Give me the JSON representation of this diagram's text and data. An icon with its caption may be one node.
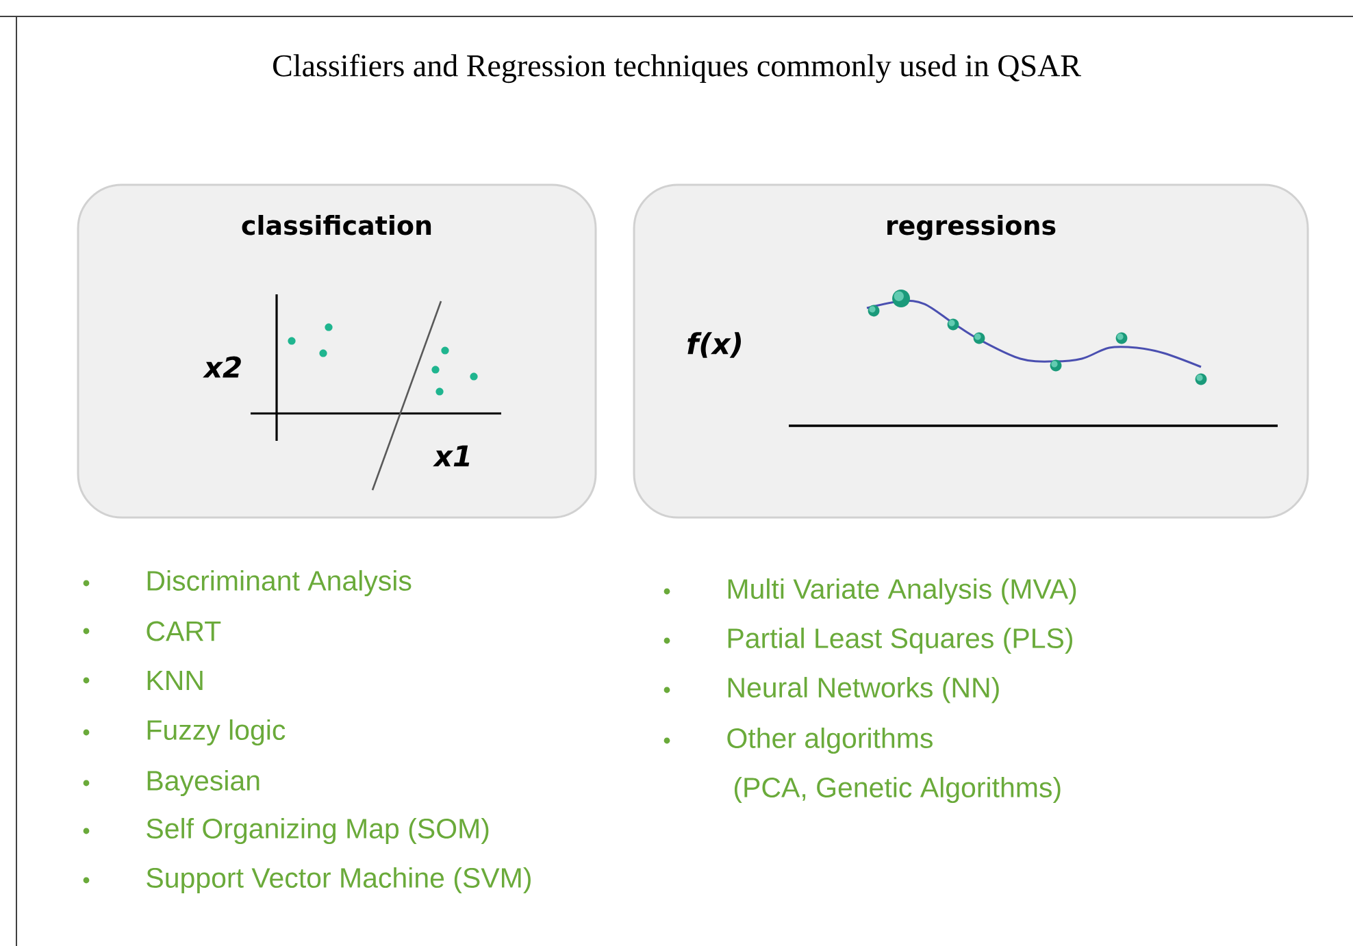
{
  "diagram": {
    "title": "Classifiers and Regression techniques commonly used in QSAR",
    "nodes": [
      {
        "text": [
          "classification"
        ]
      },
      {
        "text": [
          "regressions"
        ]
      }
    ],
    "labels": [
      "x2",
      "x1",
      "f(x)",
      "Discriminant Analysis",
      "CART",
      "KNN",
      "Fuzzy logic",
      "Bayesian",
      "Self Organizing Map (SOM)",
      "Support Vector Machine (SVM)",
      "Multi Variate Analysis (MVA)",
      "Partial Least Squares (PLS)",
      "Neural Networks (NN)",
      "Other algorithms",
      "(PCA, Genetic  Algorithms)"
    ]
  }
}
